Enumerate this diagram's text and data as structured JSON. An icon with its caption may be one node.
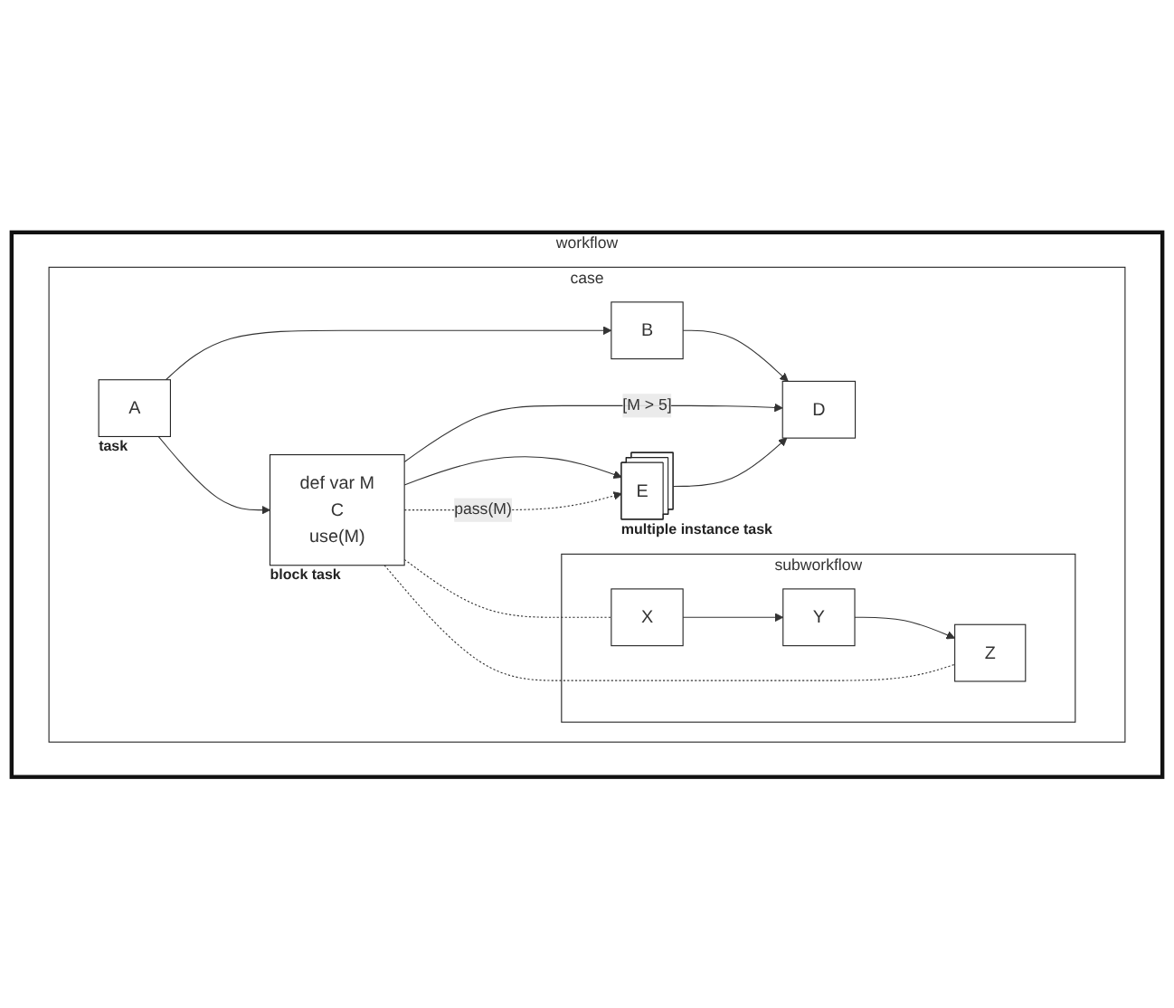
{
  "diagram": {
    "nodes": [
      {
        "text": [
          "workflow"
        ]
      },
      {
        "text": [
          "case"
        ],
        "in": 0
      },
      {
        "text": [
          "A"
        ],
        "beside": [
          "task"
        ],
        "in": 1
      },
      {
        "text": [
          "B"
        ],
        "in": 1
      },
      {
        "text": [
          "D"
        ],
        "in": 1
      },
      {
        "text": [
          "def var M",
          "C",
          "use(M)"
        ],
        "beside": [
          "block task"
        ],
        "in": 1
      },
      {
        "text": [
          "E"
        ],
        "beside": [
          "multiple instance task"
        ],
        "in": 1
      },
      {
        "text": [
          "subworkflow"
        ],
        "in": 1
      },
      {
        "text": [
          "X"
        ],
        "in": 7
      },
      {
        "text": [
          "Y"
        ],
        "in": 7
      },
      {
        "text": [
          "Z"
        ],
        "in": 7
      }
    ],
    "edges": [
      {
        "from": 2,
        "to": 3,
        "arrow": "to"
      },
      {
        "from": 3,
        "to": 4,
        "arrow": "to"
      },
      {
        "from": 2,
        "to": 5,
        "arrow": "to"
      },
      {
        "from": 5,
        "to": 4,
        "arrow": "to",
        "label": "[M > 5]"
      },
      {
        "from": 6,
        "to": 4,
        "arrow": "to"
      },
      {
        "from": 5,
        "to": 6,
        "arrow": "to"
      },
      {
        "from": 5,
        "to": 6,
        "arrow": "to",
        "label": "pass(M)",
        "style": "dashed"
      },
      {
        "from": 5,
        "to": 8,
        "arrow": "none",
        "style": "dashed"
      },
      {
        "from": 5,
        "to": 10,
        "arrow": "none",
        "style": "dashed"
      },
      {
        "from": 8,
        "to": 9,
        "arrow": "to"
      },
      {
        "from": 9,
        "to": 10,
        "arrow": "to"
      }
    ]
  }
}
